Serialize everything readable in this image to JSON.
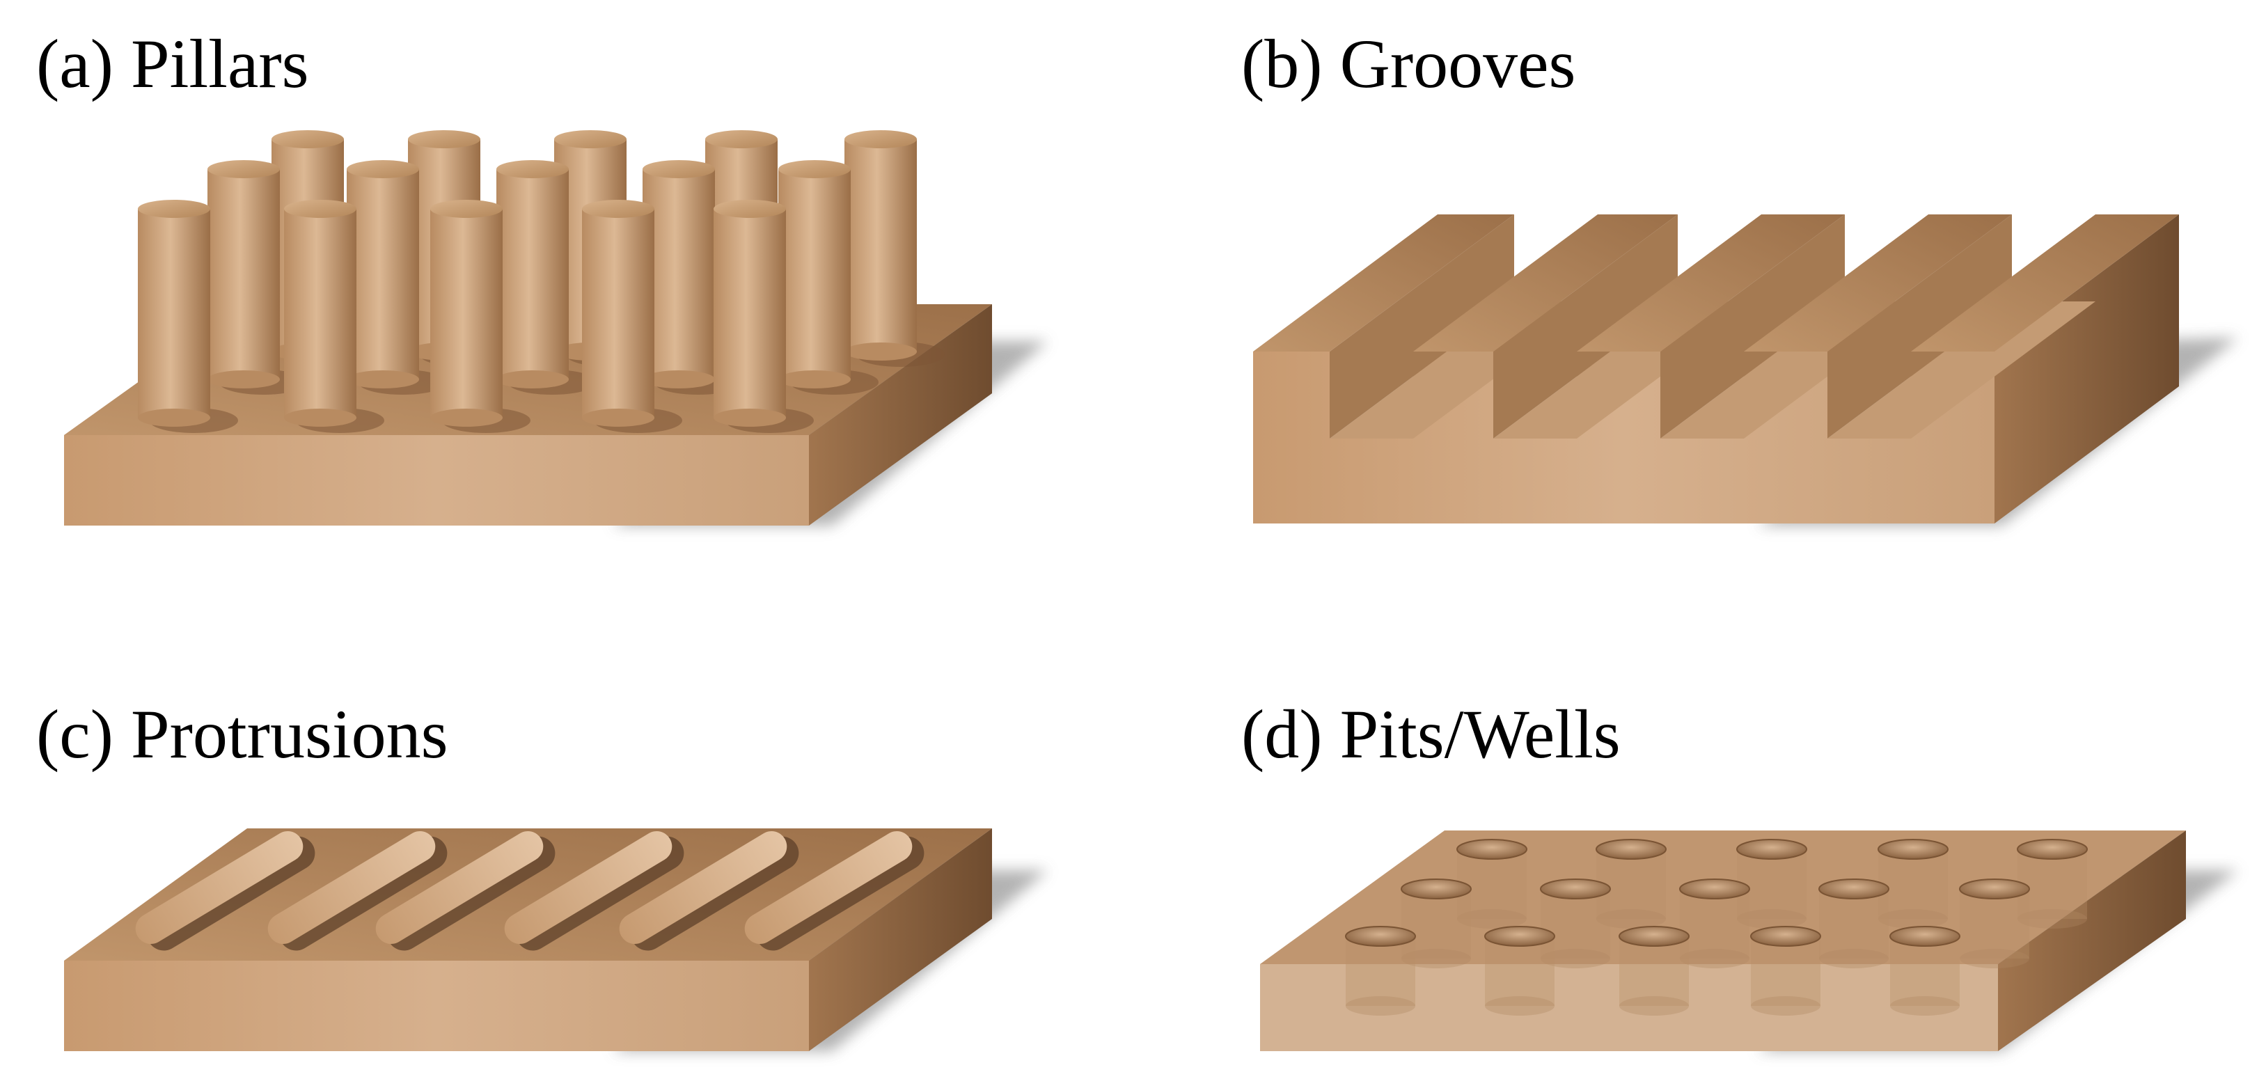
{
  "panels": {
    "a": {
      "label": "(a) Pillars"
    },
    "b": {
      "label": "(b) Grooves"
    },
    "c": {
      "label": "(c) Protrusions"
    },
    "d": {
      "label": "(d) Pits/Wells"
    }
  },
  "colors": {
    "front_face": "#d0a882",
    "top_face": "#b5875d",
    "side_face": "#8e6440",
    "shadow": "#a9a9a9",
    "pillar_light": "#d8b28b",
    "pillar_dark": "#9e7148"
  }
}
